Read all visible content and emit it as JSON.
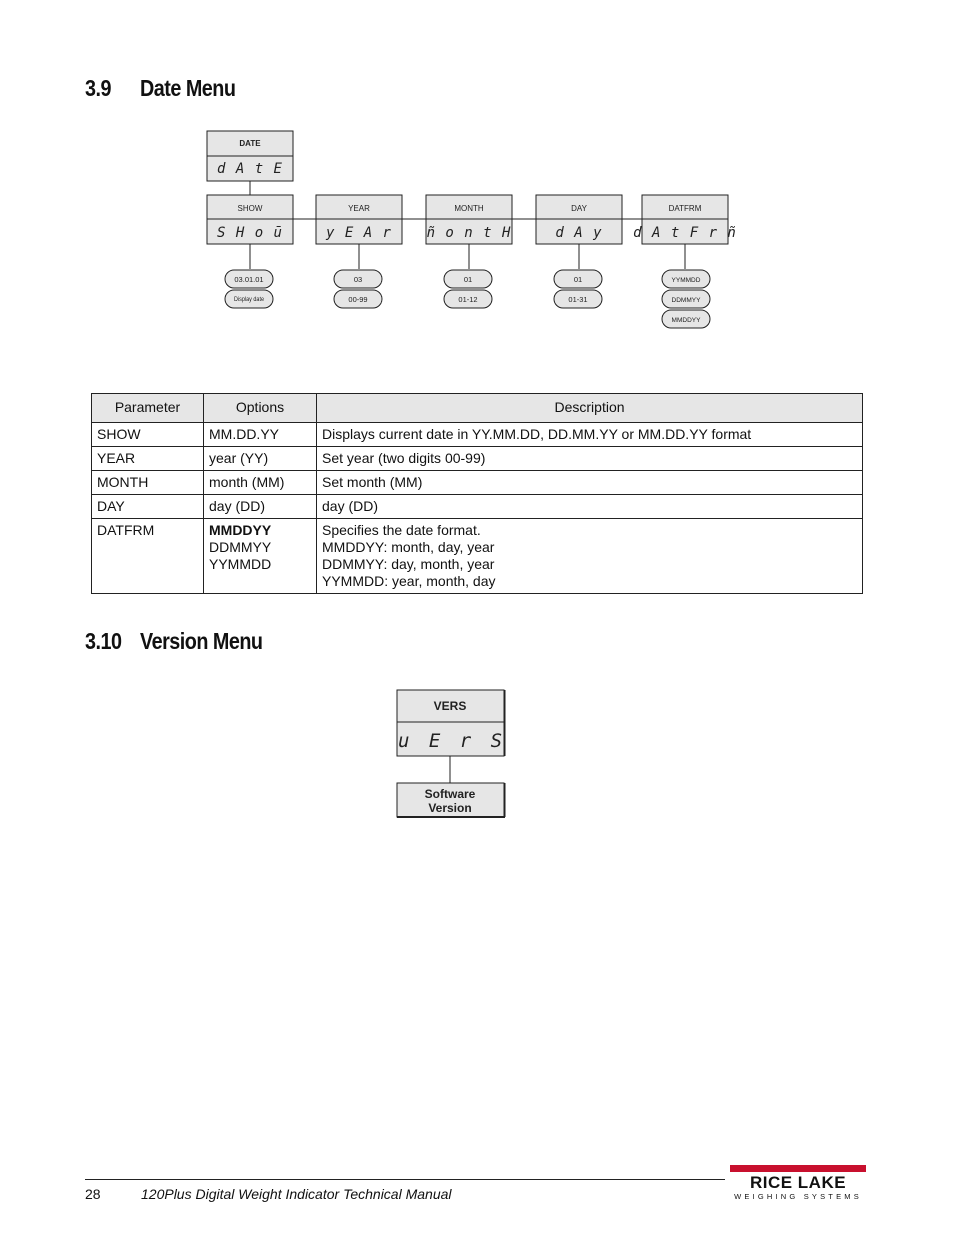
{
  "section_date": {
    "number": "3.9",
    "title": "Date Menu"
  },
  "section_version": {
    "number": "3.10",
    "title": "Version Menu"
  },
  "date_tree": {
    "root": {
      "label": "DATE",
      "display": "d A t E"
    },
    "nodes": [
      {
        "label": "SHOW",
        "display": "S H o ū",
        "options": [
          {
            "top": "03.01.01",
            "bottom": "Display date"
          }
        ]
      },
      {
        "label": "YEAR",
        "display": "y E A r",
        "options": [
          {
            "top": "03",
            "bottom": "00-99"
          }
        ]
      },
      {
        "label": "MONTH",
        "display": "ñ o n t H",
        "options": [
          {
            "top": "01",
            "bottom": "01-12"
          }
        ]
      },
      {
        "label": "DAY",
        "display": "d A y",
        "options": [
          {
            "top": "01",
            "bottom": "01-31"
          }
        ]
      },
      {
        "label": "DATFRM",
        "display": "d A t F r ñ",
        "options": [
          {
            "top": "YYMMDD"
          },
          {
            "top": "DDMMYY"
          },
          {
            "top": "MMDDYY"
          }
        ]
      }
    ]
  },
  "table": {
    "headers": [
      "Parameter",
      "Options",
      "Description"
    ],
    "rows": [
      {
        "param": "SHOW",
        "options": [
          "MM.DD.YY"
        ],
        "bold_first": false,
        "desc": [
          "Displays current date in YY.MM.DD, DD.MM.YY or MM.DD.YY format"
        ]
      },
      {
        "param": "YEAR",
        "options": [
          "year (YY)"
        ],
        "bold_first": false,
        "desc": [
          "Set year (two digits 00-99)"
        ]
      },
      {
        "param": "MONTH",
        "options": [
          "month (MM)"
        ],
        "bold_first": false,
        "desc": [
          "Set month (MM)"
        ]
      },
      {
        "param": "DAY",
        "options": [
          "day (DD)"
        ],
        "bold_first": false,
        "desc": [
          "day (DD)"
        ]
      },
      {
        "param": "DATFRM",
        "options": [
          "MMDDYY",
          "DDMMYY",
          "YYMMDD"
        ],
        "bold_first": true,
        "desc": [
          "Specifies the date format.",
          "MMDDYY: month, day, year",
          "DDMMYY: day, month, year",
          "YYMMDD: year, month, day"
        ]
      }
    ]
  },
  "version_tree": {
    "label": "VERS",
    "display": "u E r S",
    "child_line1": "Software",
    "child_line2": "Version"
  },
  "footer": {
    "page": "28",
    "title": "120Plus Digital Weight Indicator Technical Manual",
    "logo_main": "RICE LAKE",
    "logo_sub": "WEIGHING SYSTEMS",
    "brand_color": "#c8102e"
  }
}
